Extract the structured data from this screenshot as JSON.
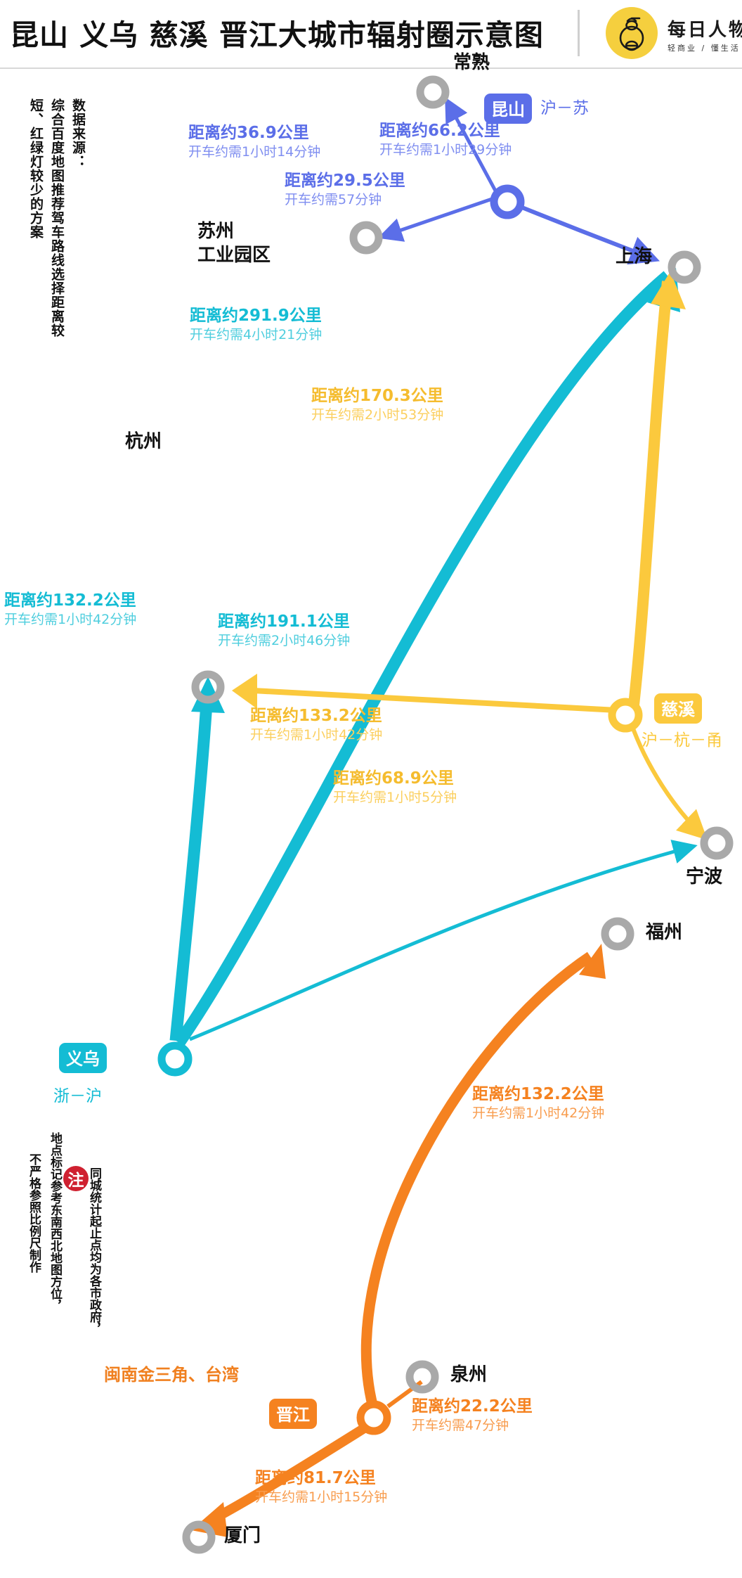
{
  "header": {
    "title": "昆山 义乌 慈溪 晋江大城市辐射圈示意图",
    "brand": "每日人物",
    "tagline": "轻商业 / 懂生活",
    "logo_icon": "person-in-circle-logo"
  },
  "colors": {
    "kunshan_blue": "#5b6ee8",
    "yiwu_cyan": "#14bcd4",
    "cixi_yellow": "#fbc93d",
    "jinjiang_orange": "#f58220",
    "node_gray": "#a9a9a9",
    "logo_yellow": "#f5cf3e",
    "note_red": "#cf2030"
  },
  "side_notes": {
    "source_label": "数据来源：",
    "source_text": "综合百度地图推荐驾车路线选择距离较短、红绿灯较少的方案",
    "footer_badge": "注",
    "footer_line_a": "不严格参照比例尺制作",
    "footer_line_b": "地点标记参考东南西北地图方位，",
    "footer_line_c": "同城统计起止点均为各市政府，"
  },
  "regions": {
    "jinjiang_region": "闽南金三角、台湾"
  },
  "hubs": [
    {
      "name": "昆山",
      "chip": "昆山",
      "sub": "沪－苏",
      "color": "#5b6ee8"
    },
    {
      "name": "义乌",
      "chip": "义乌",
      "sub": "浙－沪",
      "color": "#14bcd4"
    },
    {
      "name": "慈溪",
      "chip": "慈溪",
      "sub": "沪－杭－甬",
      "color": "#fbc93d"
    },
    {
      "name": "晋江",
      "chip": "晋江",
      "sub": "",
      "color": "#f58220"
    }
  ],
  "cities": [
    {
      "name": "常熟"
    },
    {
      "name": "苏州\n工业园区",
      "line1": "苏州",
      "line2": "工业园区"
    },
    {
      "name": "上海"
    },
    {
      "name": "杭州"
    },
    {
      "name": "宁波"
    },
    {
      "name": "福州"
    },
    {
      "name": "泉州"
    },
    {
      "name": "厦门"
    }
  ],
  "routes": [
    {
      "from": "昆山",
      "to": "常熟",
      "km": "距离约36.9公里",
      "time": "开车约需1小时14分钟",
      "color": "#5b6ee8"
    },
    {
      "from": "昆山",
      "to": "上海",
      "km": "距离约66.2公里",
      "time": "开车约需1小时29分钟",
      "color": "#5b6ee8"
    },
    {
      "from": "昆山",
      "to": "苏州工业园区",
      "km": "距离约29.5公里",
      "time": "开车约需57分钟",
      "color": "#5b6ee8"
    },
    {
      "from": "义乌",
      "to": "上海",
      "km": "距离约291.9公里",
      "time": "开车约需4小时21分钟",
      "color": "#14bcd4"
    },
    {
      "from": "义乌",
      "to": "杭州",
      "km": "距离约132.2公里",
      "time": "开车约需1小时42分钟",
      "color": "#14bcd4"
    },
    {
      "from": "义乌",
      "to": "宁波",
      "km": "距离约191.1公里",
      "time": "开车约需2小时46分钟",
      "color": "#14bcd4"
    },
    {
      "from": "慈溪",
      "to": "上海",
      "km": "距离约170.3公里",
      "time": "开车约需2小时53分钟",
      "color": "#fbc93d"
    },
    {
      "from": "慈溪",
      "to": "杭州",
      "km": "距离约133.2公里",
      "time": "开车约需1小时42分钟",
      "color": "#fbc93d"
    },
    {
      "from": "慈溪",
      "to": "宁波",
      "km": "距离约68.9公里",
      "time": "开车约需1小时5分钟",
      "color": "#fbc93d"
    },
    {
      "from": "晋江",
      "to": "福州",
      "km": "距离约132.2公里",
      "time": "开车约需1小时42分钟",
      "color": "#f58220"
    },
    {
      "from": "晋江",
      "to": "泉州",
      "km": "距离约22.2公里",
      "time": "开车约需47分钟",
      "color": "#f58220"
    },
    {
      "from": "晋江",
      "to": "厦门",
      "km": "距离约81.7公里",
      "time": "开车约需1小时15分钟",
      "color": "#f58220"
    }
  ]
}
